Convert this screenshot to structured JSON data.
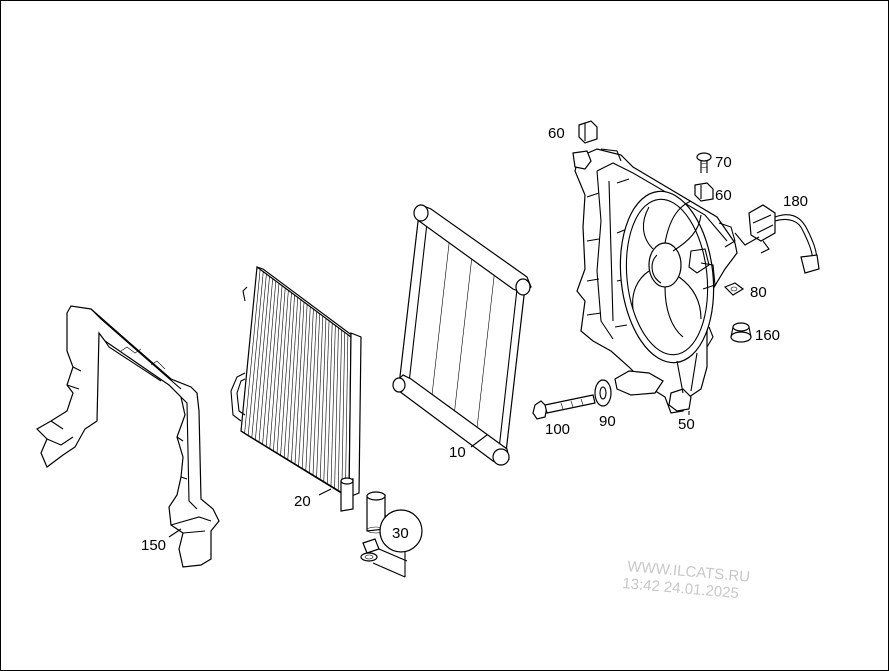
{
  "callouts": {
    "c10": "10",
    "c20": "20",
    "c30": "30",
    "c50": "50",
    "c60a": "60",
    "c60b": "60",
    "c70": "70",
    "c80": "80",
    "c90": "90",
    "c100": "100",
    "c150": "150",
    "c160": "160",
    "c180": "180"
  },
  "watermark": {
    "site": "WWW.ILCATS.RU",
    "stamp": "13:42 24.01.2025"
  }
}
